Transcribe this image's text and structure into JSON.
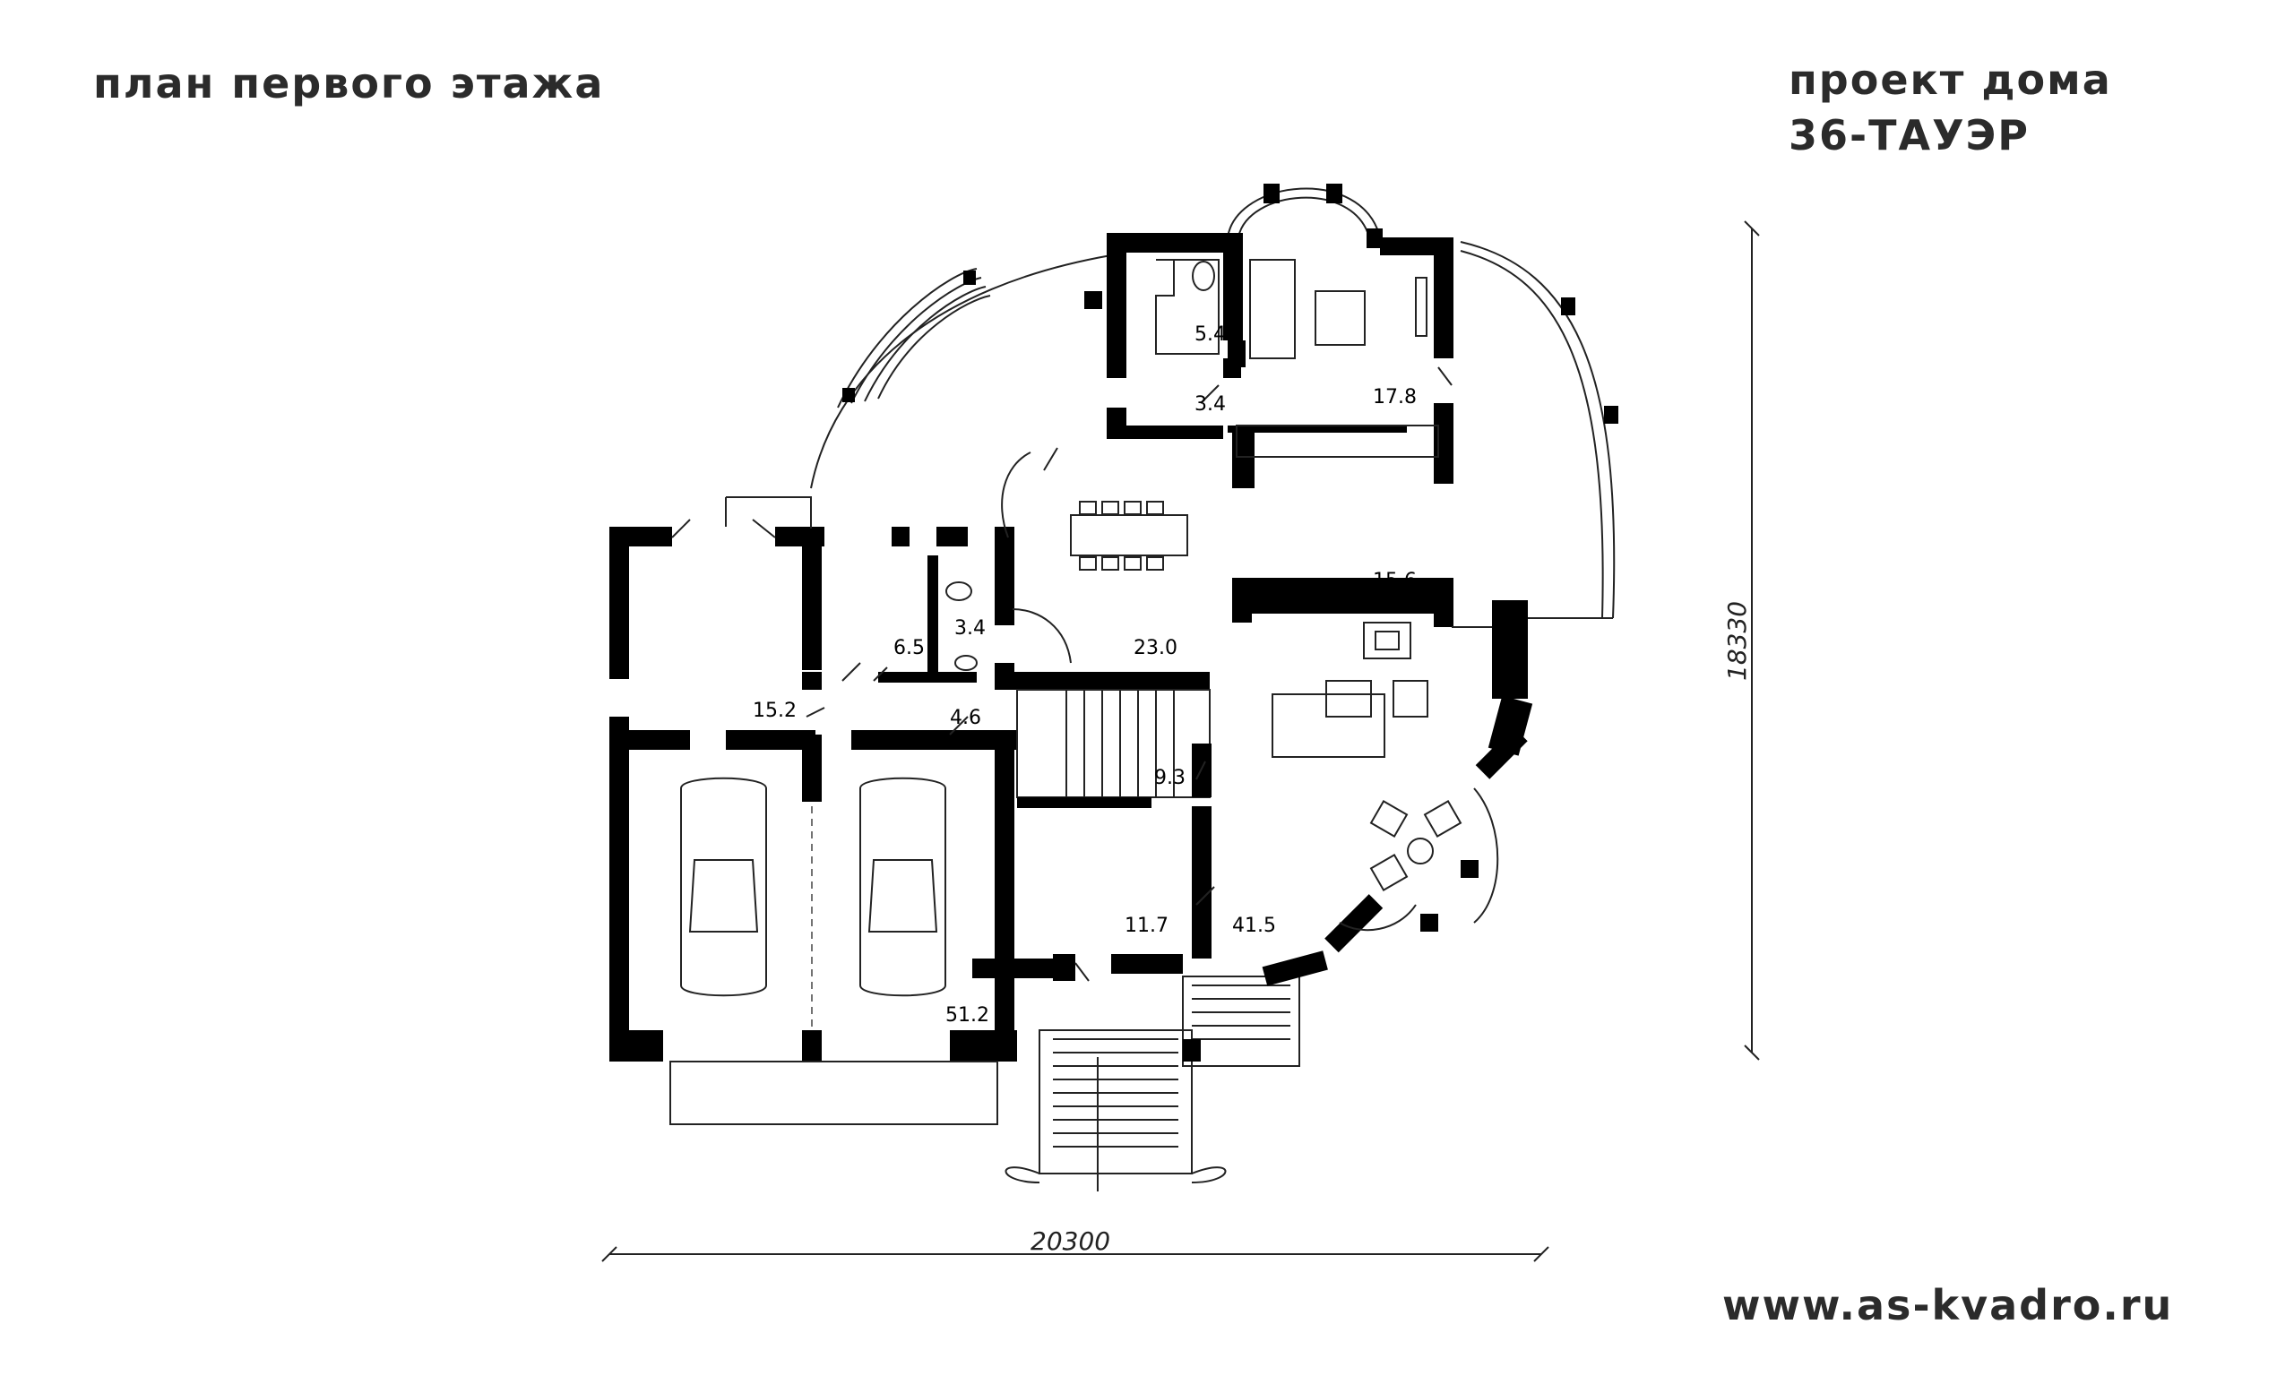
{
  "header": {
    "plan_title": "план первого этажа",
    "project_label": "проект дома",
    "project_code": "36-ТАУЭР"
  },
  "footer": {
    "website": "www.as-kvadro.ru"
  },
  "dimensions": {
    "width_mm": "20300",
    "depth_mm": "18330"
  },
  "rooms": {
    "wc_upper": "5.4",
    "hall_upper": "3.4",
    "bedroom": "17.8",
    "kitchen": "15.6",
    "dining": "23.0",
    "storage": "6.5",
    "bathroom": "3.4",
    "boiler": "15.2",
    "corridor": "4.6",
    "stair_hall": "9.3",
    "vestibule": "11.7",
    "living": "41.5",
    "garage": "51.2"
  }
}
